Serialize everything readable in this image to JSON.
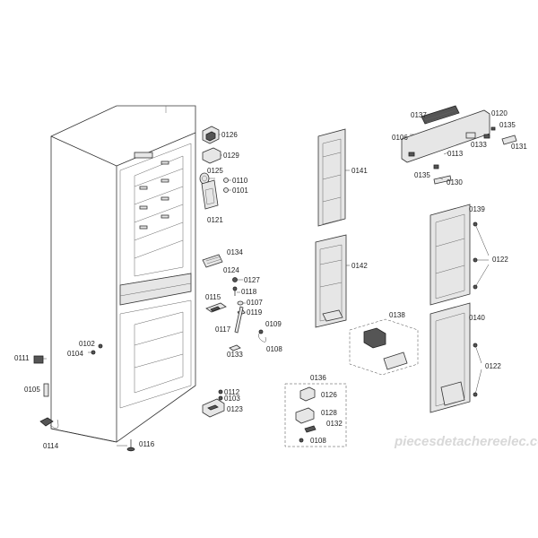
{
  "labels": {
    "l0126a": "0126",
    "l0129": "0129",
    "l0125": "0125",
    "l0110": "0110",
    "l0101": "0101",
    "l0121": "0121",
    "l0134": "0134",
    "l0124": "0124",
    "l0127": "0127",
    "l0118": "0118",
    "l0115": "0115",
    "l0107": "0107",
    "l0119": "0119",
    "l0117": "0117",
    "l0109": "0109",
    "l0108a": "0108",
    "l0133a": "0133",
    "l0112": "0112",
    "l0103": "0103",
    "l0123": "0123",
    "l0102": "0102",
    "l0104": "0104",
    "l0111": "0111",
    "l0105": "0105",
    "l0114": "0114",
    "l0116": "0116",
    "l0141": "0141",
    "l0142": "0142",
    "l0138": "0138",
    "l0136": "0136",
    "l0126b": "0126",
    "l0128": "0128",
    "l0132": "0132",
    "l0108b": "0108",
    "l0137": "0137",
    "l0120": "0120",
    "l0106": "0106",
    "l0135a": "0135",
    "l0133b": "0133",
    "l0131": "0131",
    "l0113": "0113",
    "l0135b": "0135",
    "l0130": "0130",
    "l0139": "0139",
    "l0122a": "0122",
    "l0140": "0140",
    "l0122b": "0122"
  },
  "watermark": "piecesdetachereelec.com"
}
